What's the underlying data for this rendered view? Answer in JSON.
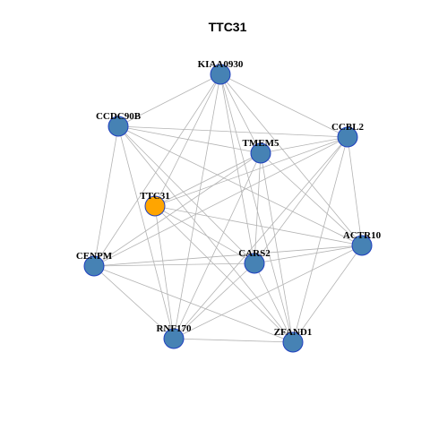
{
  "title": "TTC31",
  "colors": {
    "highlight": "#FFA500",
    "node": "#4682B4",
    "node_border": "#1F3FBF",
    "edge": "#B3B3B3"
  },
  "nodes": [
    {
      "id": "KIAA0930",
      "highlight": false
    },
    {
      "id": "CCDC90B",
      "highlight": false
    },
    {
      "id": "CCBL2",
      "highlight": false
    },
    {
      "id": "TMEM5",
      "highlight": false
    },
    {
      "id": "TTC31",
      "highlight": true
    },
    {
      "id": "ACTR10",
      "highlight": false
    },
    {
      "id": "CENPM",
      "highlight": false
    },
    {
      "id": "CARS2",
      "highlight": false
    },
    {
      "id": "RNF170",
      "highlight": false
    },
    {
      "id": "ZFAND1",
      "highlight": false
    }
  ],
  "edges": [
    [
      "KIAA0930",
      "CCDC90B"
    ],
    [
      "KIAA0930",
      "CCBL2"
    ],
    [
      "KIAA0930",
      "TMEM5"
    ],
    [
      "KIAA0930",
      "ACTR10"
    ],
    [
      "KIAA0930",
      "CARS2"
    ],
    [
      "KIAA0930",
      "ZFAND1"
    ],
    [
      "KIAA0930",
      "RNF170"
    ],
    [
      "KIAA0930",
      "CENPM"
    ],
    [
      "KIAA0930",
      "TTC31"
    ],
    [
      "CCDC90B",
      "TMEM5"
    ],
    [
      "CCDC90B",
      "CCBL2"
    ],
    [
      "CCDC90B",
      "CENPM"
    ],
    [
      "CCDC90B",
      "CARS2"
    ],
    [
      "CCDC90B",
      "ZFAND1"
    ],
    [
      "CCDC90B",
      "RNF170"
    ],
    [
      "CCDC90B",
      "ACTR10"
    ],
    [
      "CCBL2",
      "TMEM5"
    ],
    [
      "CCBL2",
      "TTC31"
    ],
    [
      "CCBL2",
      "CARS2"
    ],
    [
      "CCBL2",
      "CENPM"
    ],
    [
      "CCBL2",
      "ZFAND1"
    ],
    [
      "CCBL2",
      "RNF170"
    ],
    [
      "CCBL2",
      "ACTR10"
    ],
    [
      "TMEM5",
      "TTC31"
    ],
    [
      "TMEM5",
      "CENPM"
    ],
    [
      "TMEM5",
      "CARS2"
    ],
    [
      "TMEM5",
      "ACTR10"
    ],
    [
      "TMEM5",
      "RNF170"
    ],
    [
      "TMEM5",
      "ZFAND1"
    ],
    [
      "TTC31",
      "ACTR10"
    ],
    [
      "TTC31",
      "CARS2"
    ],
    [
      "TTC31",
      "RNF170"
    ],
    [
      "TTC31",
      "ZFAND1"
    ],
    [
      "ACTR10",
      "CENPM"
    ],
    [
      "ACTR10",
      "RNF170"
    ],
    [
      "ACTR10",
      "ZFAND1"
    ],
    [
      "ACTR10",
      "CARS2"
    ],
    [
      "CENPM",
      "CARS2"
    ],
    [
      "CENPM",
      "ZFAND1"
    ],
    [
      "CENPM",
      "RNF170"
    ],
    [
      "CARS2",
      "RNF170"
    ],
    [
      "CARS2",
      "ZFAND1"
    ],
    [
      "RNF170",
      "ZFAND1"
    ]
  ]
}
